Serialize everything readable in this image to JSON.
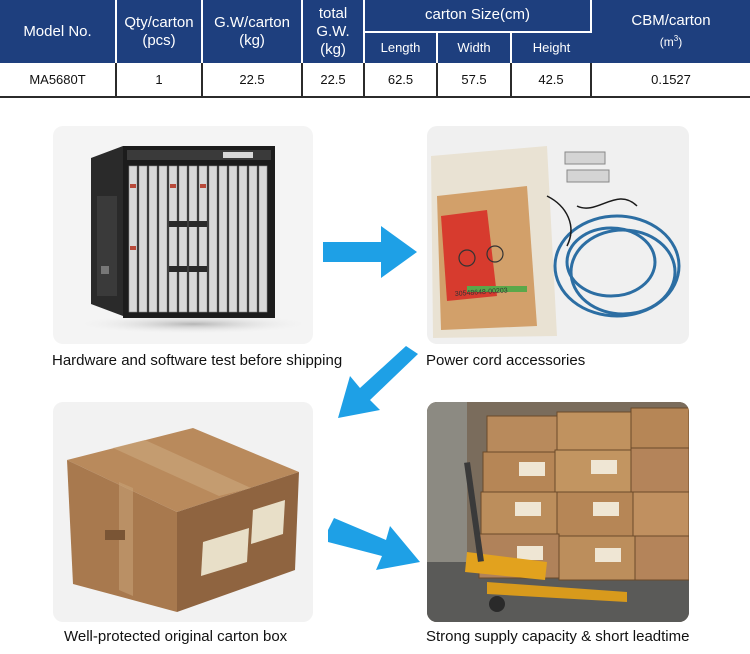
{
  "table": {
    "headers": {
      "model": "Model No.",
      "qty_line1": "Qty/carton",
      "qty_line2": "(pcs)",
      "gw_line1": "G.W/carton",
      "gw_line2": "(kg)",
      "total_line1": "total",
      "total_line2": "G.W.",
      "total_line3": "(kg)",
      "size": "carton Size(cm)",
      "length": "Length",
      "width": "Width",
      "height": "Height",
      "cbm_line1": "CBM/carton",
      "cbm_unit": "(m",
      "cbm_unit_sup": "3",
      "cbm_unit_close": ")"
    },
    "row": {
      "model": "MA5680T",
      "qty": "1",
      "gw": "22.5",
      "total_gw": "22.5",
      "length": "62.5",
      "width": "57.5",
      "height": "42.5",
      "cbm": "0.1527"
    },
    "header_color": "#1e3f7e"
  },
  "panels": {
    "olt": {
      "caption": "Hardware and software test before shipping"
    },
    "accessories": {
      "caption": "Power cord accessories",
      "bag_label": "30548648-00203"
    },
    "carton": {
      "caption": "Well-protected original carton box"
    },
    "warehouse": {
      "caption": "Strong supply capacity & short leadtime"
    }
  },
  "arrows": {
    "color": "#1ea0e6",
    "icon": "arrow-icon"
  }
}
